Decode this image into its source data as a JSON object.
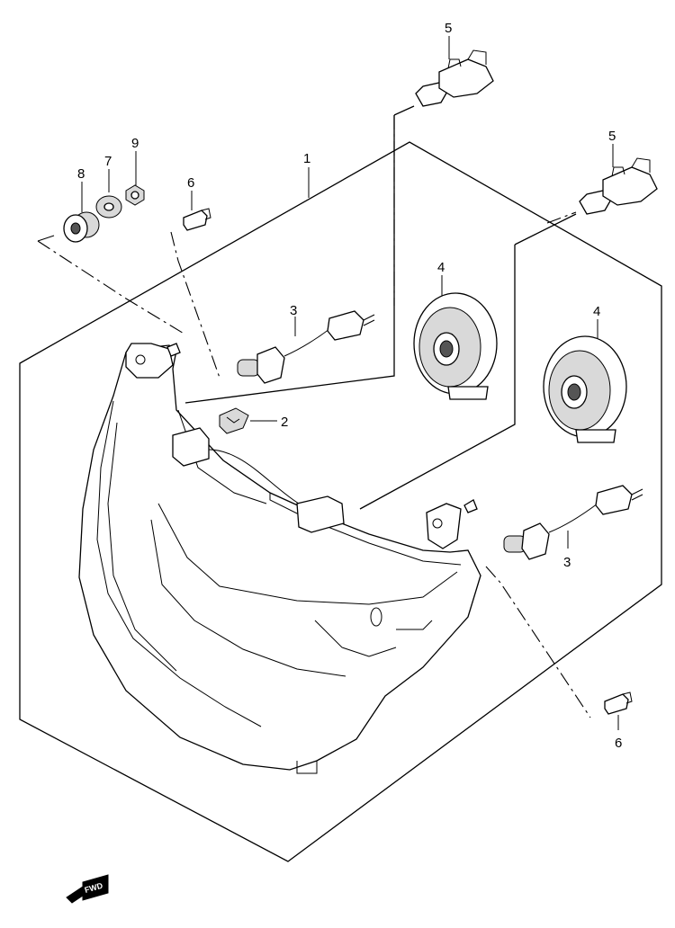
{
  "callouts": {
    "n1": "1",
    "n2": "2",
    "n3a": "3",
    "n3b": "3",
    "n4a": "4",
    "n4b": "4",
    "n5a": "5",
    "n5b": "5",
    "n6a": "6",
    "n6b": "6",
    "n7": "7",
    "n8": "8",
    "n9": "9"
  },
  "fwd_label": "FWD",
  "icons": {
    "fwd_arrow": "fwd-arrow-icon"
  }
}
